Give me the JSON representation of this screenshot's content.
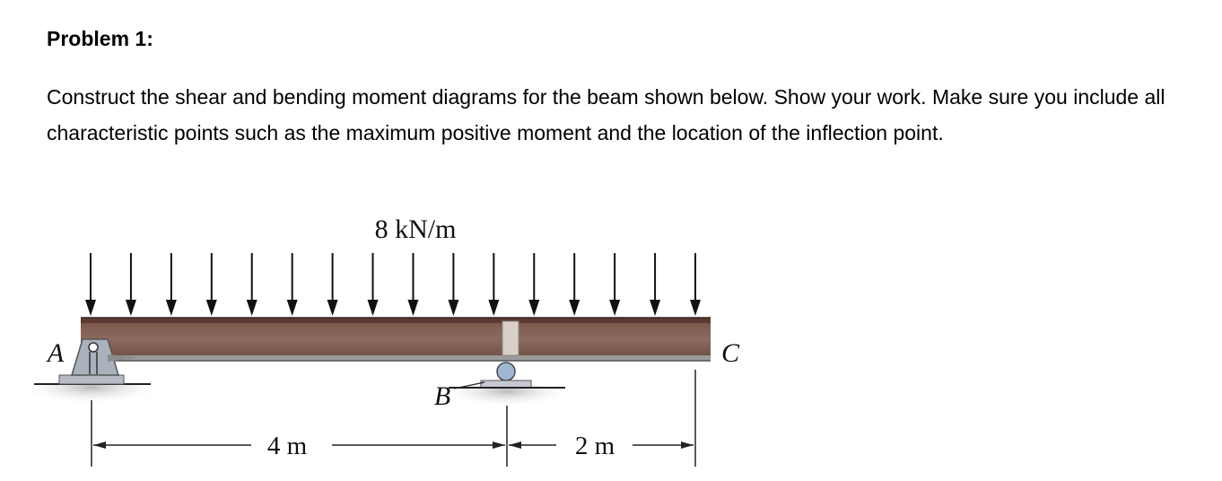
{
  "problem": {
    "title": "Problem 1:",
    "statement": "Construct the shear and bending moment diagrams for the beam shown below.  Show your work. Make sure you include all characteristic points such as the maximum positive moment and the location of the inflection point."
  },
  "figure": {
    "load_label": "8 kN/m",
    "label_a": "A",
    "label_b": "B",
    "label_c": "C",
    "span_ab": "4 m",
    "span_bc": "2 m"
  }
}
